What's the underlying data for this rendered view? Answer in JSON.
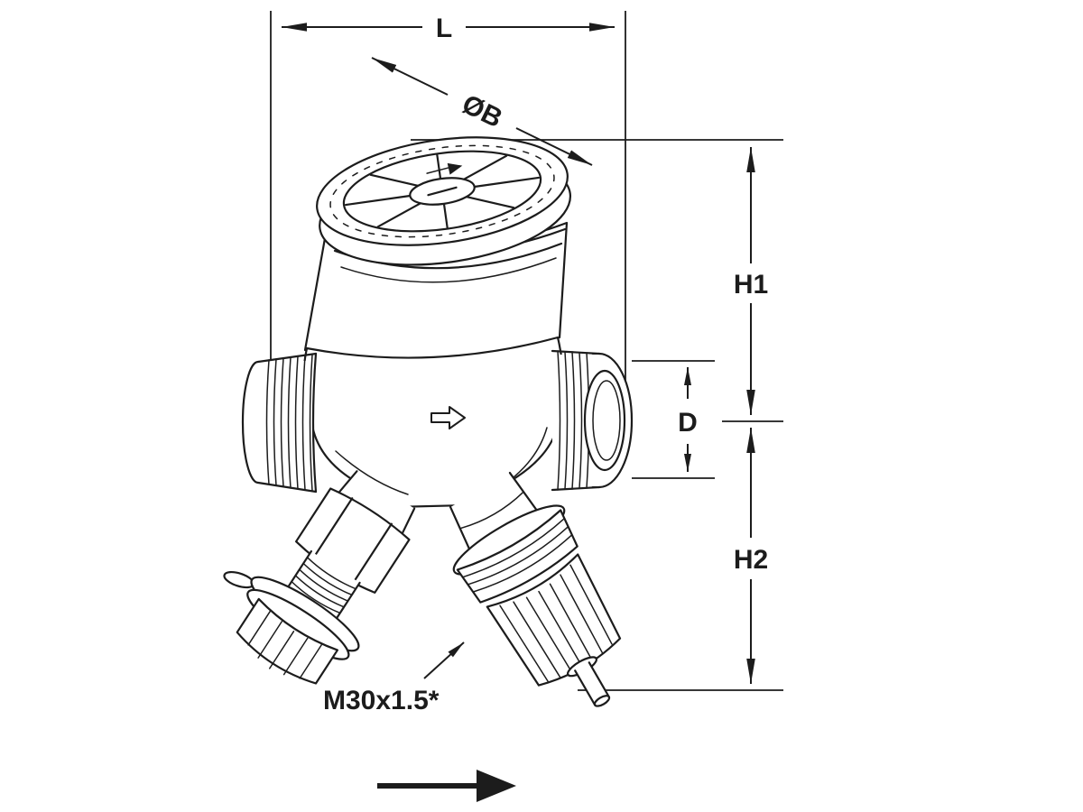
{
  "diagram": {
    "background_color": "#ffffff",
    "line_color": "#1c1c1c",
    "type": "valve-dimension-drawing"
  },
  "labels": {
    "L": "L",
    "OB": "ØB",
    "H1": "H1",
    "D": "D",
    "H2": "H2",
    "thread": "M30x1.5*"
  },
  "icons": {
    "flow_direction": "right-arrow",
    "body_flow_marker": "right-arrow"
  }
}
